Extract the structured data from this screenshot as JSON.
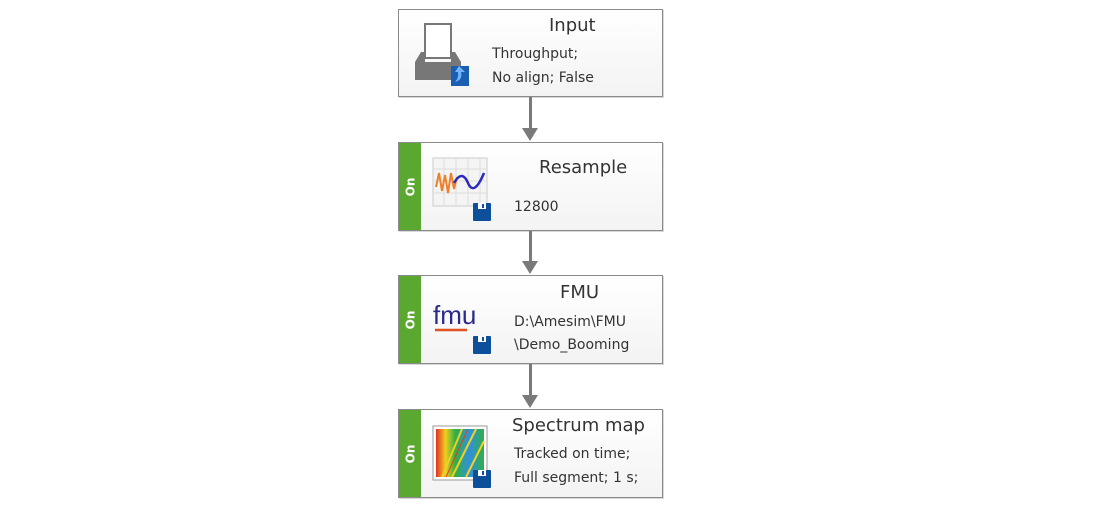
{
  "blocks": [
    {
      "id": "input",
      "title": "Input",
      "lines": [
        "Throughput;",
        "No align; False"
      ],
      "status": null
    },
    {
      "id": "resample",
      "title": "Resample",
      "lines": [
        "12800"
      ],
      "status": "On"
    },
    {
      "id": "fmu",
      "title": "FMU",
      "lines": [
        "D:\\Amesim\\FMU",
        "\\Demo_Booming"
      ],
      "status": "On"
    },
    {
      "id": "spectrum_map",
      "title": "Spectrum map",
      "lines": [
        "Tracked on time;",
        "Full segment; 1 s;"
      ],
      "status": "On"
    }
  ],
  "colors": {
    "on_bar": "#5aa830",
    "connector": "#7a7a7a",
    "save_badge": "#0e4f9c"
  }
}
